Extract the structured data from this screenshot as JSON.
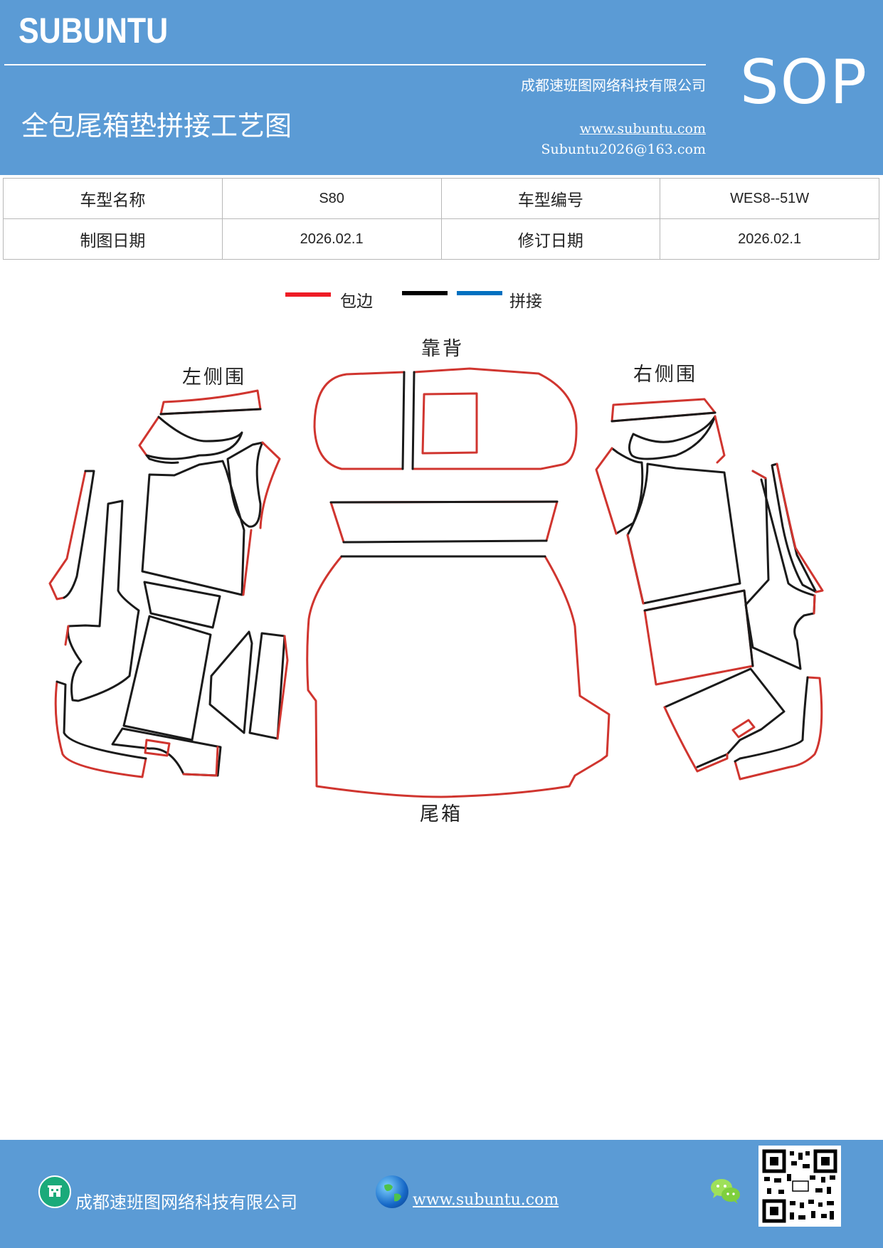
{
  "header": {
    "brand": "SUBUNTU",
    "company": "成都速班图网络科技有限公司",
    "title": "全包尾箱垫拼接工艺图",
    "website": "www.subuntu.com",
    "email": "Subuntu2026@163.com",
    "badge": "SOP"
  },
  "info_table": {
    "rows": [
      {
        "label1": "车型名称",
        "value1": "S80",
        "label2": "车型编号",
        "value2": "WES8--51W"
      },
      {
        "label1": "制图日期",
        "value1": "2026.02.1",
        "label2": "修订日期",
        "value2": "2026.02.1"
      }
    ]
  },
  "legend": {
    "items": [
      {
        "label": "包边",
        "color": "#ee1c25"
      },
      {
        "label": "",
        "color": "#000000"
      },
      {
        "label": "拼接",
        "color": "#0070c0"
      }
    ]
  },
  "diagram": {
    "labels": {
      "left_side": "左侧围",
      "backrest": "靠背",
      "right_side": "右侧围",
      "trunk": "尾箱"
    },
    "colors": {
      "edge_binding": "#d0352f",
      "seam": "#1a1a1a"
    }
  },
  "footer": {
    "company": "成都速班图网络科技有限公司",
    "website": "www.subuntu.com"
  }
}
